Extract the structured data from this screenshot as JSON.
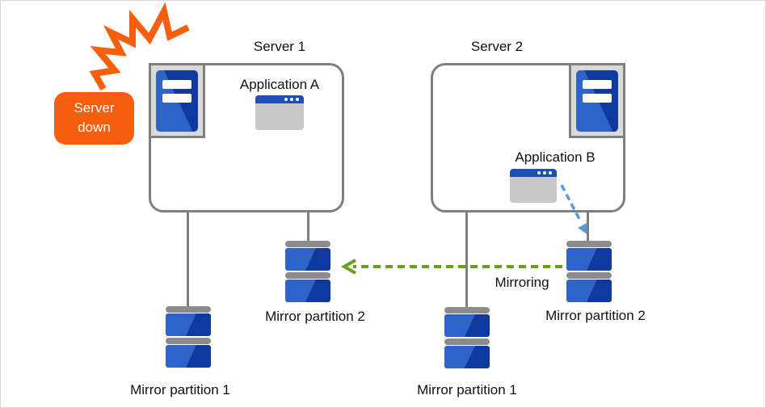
{
  "diagram": {
    "server1": {
      "title": "Server 1",
      "app_label": "Application A",
      "partition1_label": "Mirror partition 1",
      "partition2_label": "Mirror partition 2"
    },
    "server2": {
      "title": "Server 2",
      "app_label": "Application B",
      "partition1_label": "Mirror partition 1",
      "partition2_label": "Mirror partition 2"
    },
    "status_badge": {
      "line1": "Server",
      "line2": "down"
    },
    "mirroring_arrow_label": "Mirroring"
  },
  "colors": {
    "accent_orange": "#F75E0E",
    "tower_blue_light": "#2E63C8",
    "tower_blue_dark": "#10399E",
    "window_titlebar_blue": "#1D4FB5",
    "window_body_gray": "#C9C9C9",
    "mirroring_arrow_green": "#67A022",
    "app_arrow_blue": "#5B9BD5",
    "connector_gray": "#7F7F7F",
    "cap_gray": "#8C8C8C",
    "icon_frame_gray": "#D9D9D9",
    "canvas_border": "#D6D6D6",
    "text_black": "#111111"
  }
}
